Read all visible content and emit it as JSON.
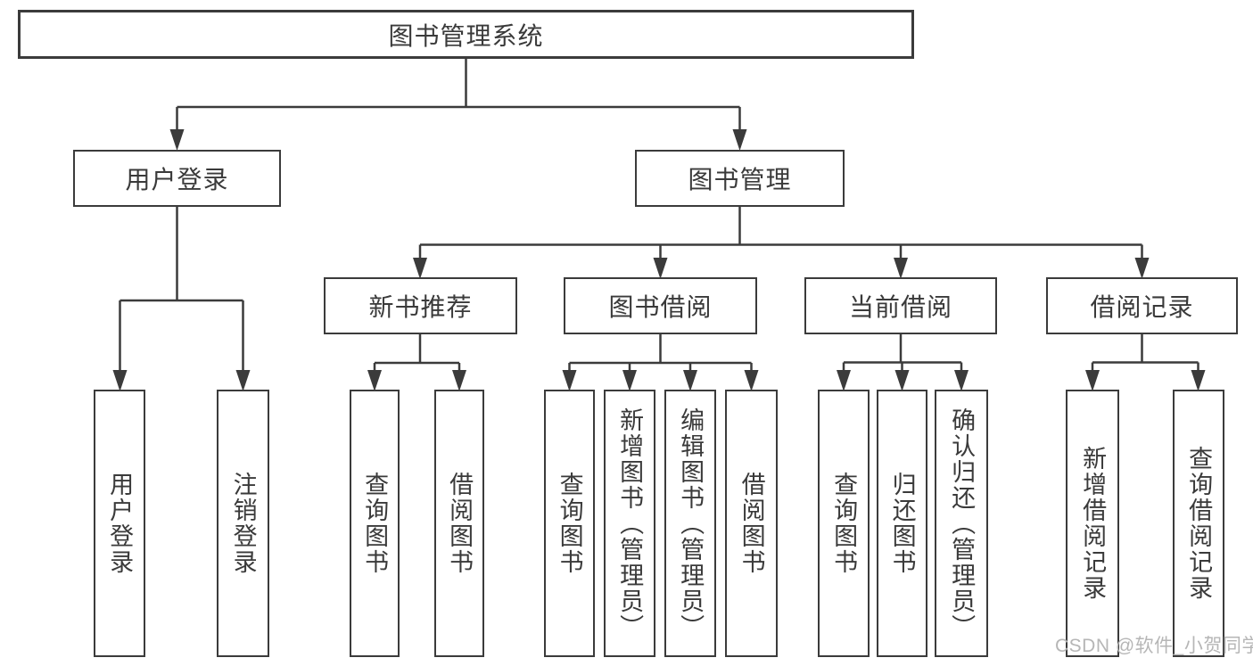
{
  "diagram": {
    "root": "图书管理系统",
    "login": {
      "label": "用户登录",
      "children": [
        "用户登录",
        "注销登录"
      ]
    },
    "management": {
      "label": "图书管理",
      "sections": [
        {
          "label": "新书推荐",
          "children": [
            "查询图书",
            "借阅图书"
          ]
        },
        {
          "label": "图书借阅",
          "children": [
            "查询图书",
            "新增图书（管理员）",
            "编辑图书（管理员）",
            "借阅图书"
          ]
        },
        {
          "label": "当前借阅",
          "children": [
            "查询图书",
            "归还图书",
            "确认归还（管理员）"
          ]
        },
        {
          "label": "借阅记录",
          "children": [
            "新增借阅记录",
            "查询借阅记录"
          ]
        }
      ]
    }
  },
  "watermark": {
    "text": "CSDN @软件_小贺同学",
    "color": "#b6b6b6"
  },
  "colors": {
    "line": "#3b3b3b",
    "text": "#3a3a3a",
    "background": "#ffffff"
  }
}
